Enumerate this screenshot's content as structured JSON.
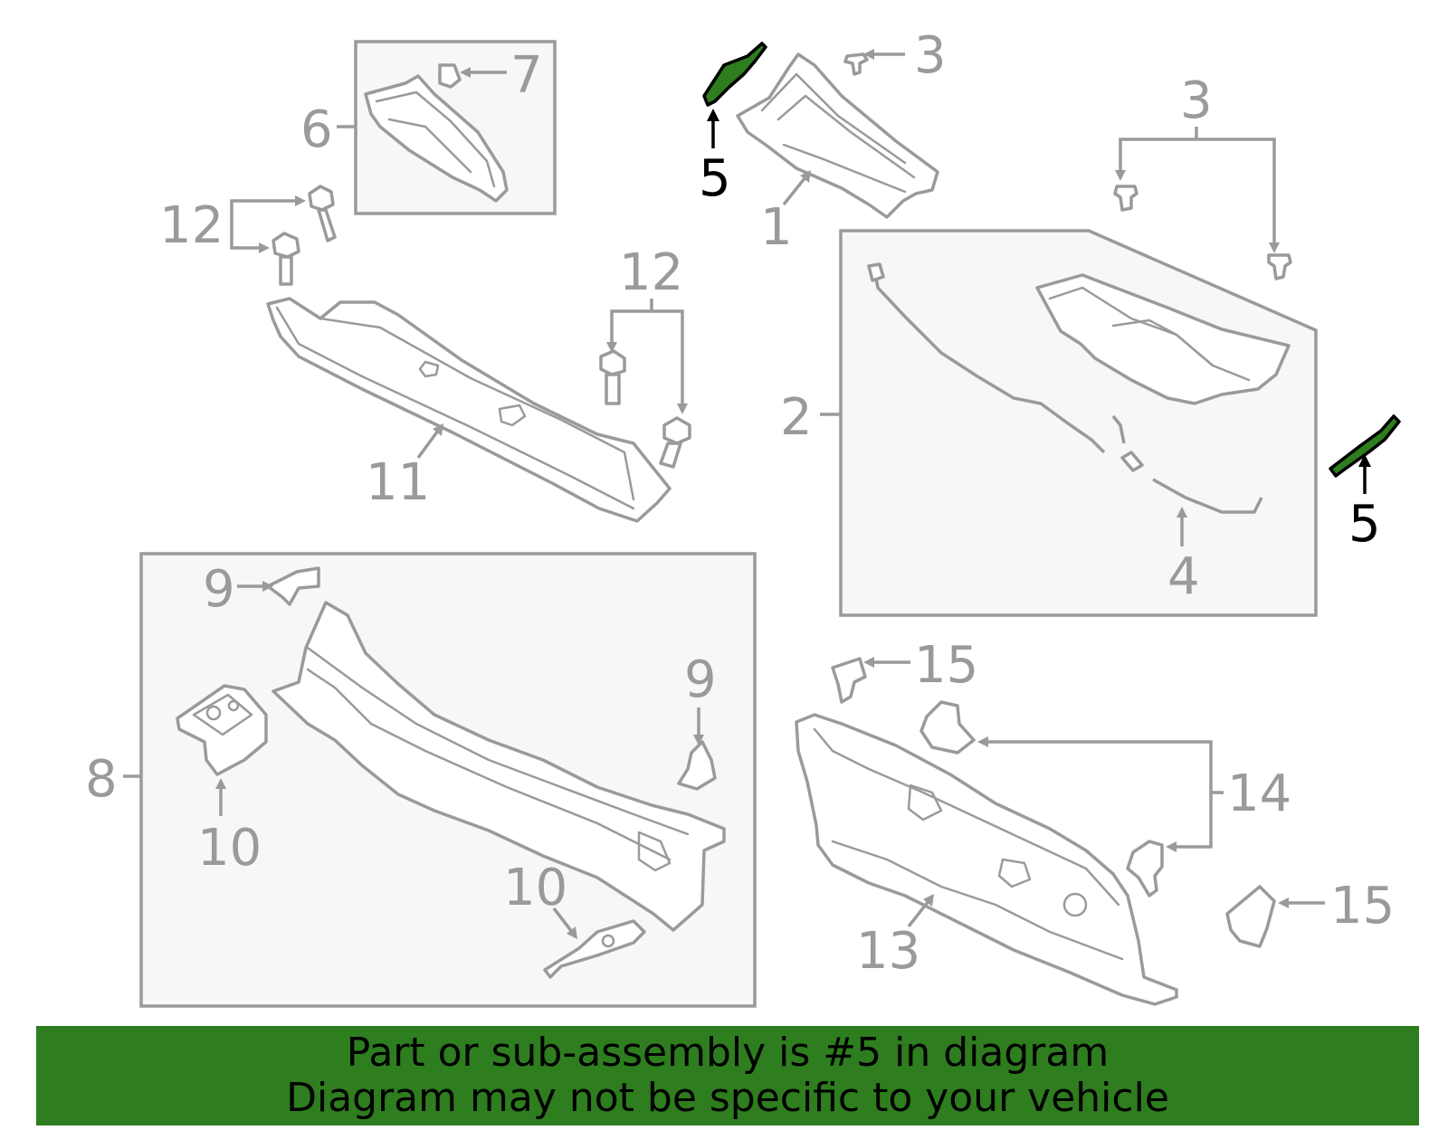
{
  "diagram": {
    "highlight_color": "#2e7d1f",
    "callouts": {
      "c1": "1",
      "c2": "2",
      "c3a": "3",
      "c3b": "3",
      "c4": "4",
      "c5a": "5",
      "c5b": "5",
      "c6": "6",
      "c7": "7",
      "c8": "8",
      "c9a": "9",
      "c9b": "9",
      "c10a": "10",
      "c10b": "10",
      "c11": "11",
      "c12a": "12",
      "c12b": "12",
      "c13": "13",
      "c14": "14",
      "c15a": "15",
      "c15b": "15"
    }
  },
  "banner": {
    "background": "#2e7d1f",
    "line1": "Part or sub-assembly is #5 in diagram",
    "line2": "Diagram may not be specific to your vehicle"
  }
}
